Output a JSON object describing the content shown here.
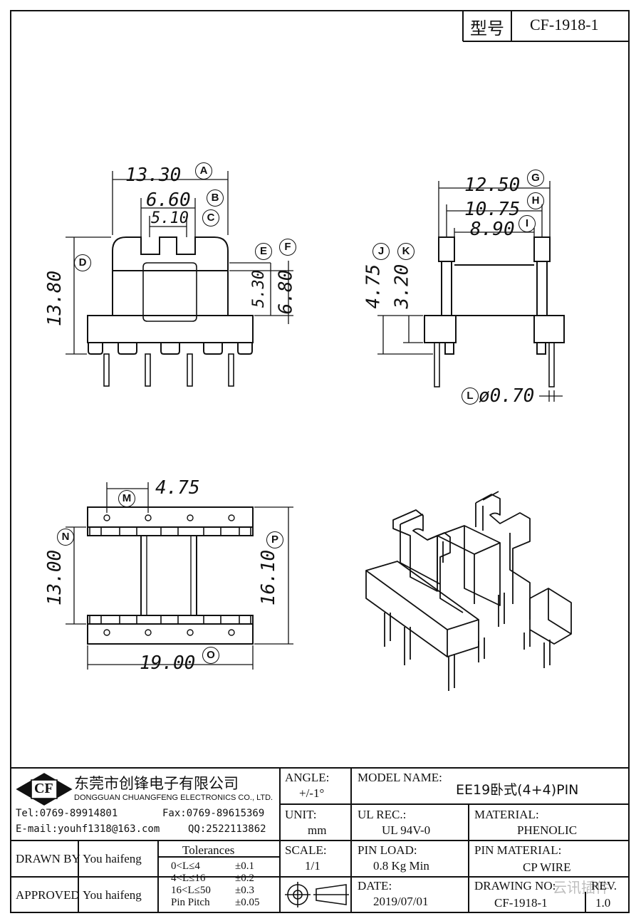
{
  "header": {
    "label_model": "型号",
    "model": "CF-1918-1"
  },
  "dimensions": {
    "front": [
      {
        "value": "13.30",
        "ref": "A"
      },
      {
        "value": "6.60",
        "ref": "B"
      },
      {
        "value": "5.10",
        "ref": "C"
      },
      {
        "value": "13.80",
        "ref": "D"
      },
      {
        "value": "5.30",
        "ref": "E"
      },
      {
        "value": "6.80",
        "ref": "F"
      }
    ],
    "side": [
      {
        "value": "12.50",
        "ref": "G"
      },
      {
        "value": "10.75",
        "ref": "H"
      },
      {
        "value": "8.90",
        "ref": "I"
      },
      {
        "value": "4.75",
        "ref": "J"
      },
      {
        "value": "3.20",
        "ref": "K"
      },
      {
        "value": "ø0.70",
        "ref": "L"
      }
    ],
    "bottom": [
      {
        "value": "4.75",
        "ref": "M"
      },
      {
        "value": "13.00",
        "ref": "N"
      },
      {
        "value": "16.10",
        "ref": "P"
      },
      {
        "value": "19.00",
        "ref": "O"
      }
    ]
  },
  "titleblock": {
    "company_cn": "东莞市创锋电子有限公司",
    "company_en": "DONGGUAN CHUANGFENG ELECTRONICS CO., LTD.",
    "logo_text": "CF",
    "tel": "Tel:0769-89914801",
    "fax": "Fax:0769-89615369",
    "email": "E-mail:youhf1318@163.com",
    "qq": "QQ:2522113862",
    "angle_label": "ANGLE:",
    "angle_value": "+/-1°",
    "unit_label": "UNIT:",
    "unit_value": "mm",
    "scale_label": "SCALE:",
    "scale_value": "1/1",
    "model_name_label": "MODEL NAME:",
    "model_name_value": "EE19卧式(4+4)PIN",
    "ul_label": "UL REC.:",
    "ul_value": "UL 94V-0",
    "material_label": "MATERIAL:",
    "material_value": "PHENOLIC",
    "pin_load_label": "PIN LOAD:",
    "pin_load_value": "0.8 Kg Min",
    "pin_material_label": "PIN MATERIAL:",
    "pin_material_value": "CP WIRE",
    "date_label": "DATE:",
    "date_value": "2019/07/01",
    "drawing_no_label": "DRAWING NO:",
    "drawing_no_value": "CF-1918-1",
    "rev_label": "REV.",
    "rev_value": "1.0",
    "drawn_by_label": "DRAWN BY",
    "drawn_by_value": "You haifeng",
    "approved_label": "APPROVED",
    "approved_value": "You haifeng",
    "tolerances_title": "Tolerances",
    "tolerances": [
      {
        "range": "0<L≤4",
        "tol": "±0.1"
      },
      {
        "range": "4<L≤16",
        "tol": "±0.2"
      },
      {
        "range": "16<L≤50",
        "tol": "±0.3"
      },
      {
        "range": "Pin Pitch",
        "tol": "±0.05"
      }
    ],
    "watermark": "云讯插件"
  }
}
